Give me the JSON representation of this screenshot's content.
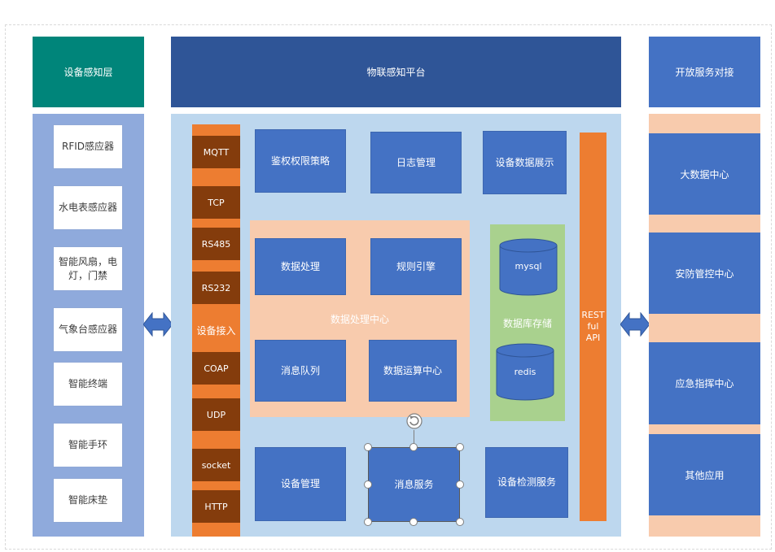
{
  "headers": {
    "device_layer": "设备感知层",
    "iot_platform": "物联感知平台",
    "open_services": "开放服务对接"
  },
  "devices": [
    "RFID感应器",
    "水电表感应器",
    "智能风扇，电灯，门禁",
    "气象台感应器",
    "智能终端",
    "智能手环",
    "智能床垫"
  ],
  "protocols": [
    "MQTT",
    "TCP",
    "RS485",
    "RS232",
    "设备接入",
    "COAP",
    "UDP",
    "socket",
    "HTTP"
  ],
  "platform": {
    "auth": "鉴权权限策略",
    "log": "日志管理",
    "device_display": "设备数据展示",
    "data_processing_center": "数据处理中心",
    "data_processing": "数据处理",
    "rule_engine": "规则引擎",
    "message_queue": "消息队列",
    "data_compute_center": "数据运算中心",
    "database_storage": "数据库存储",
    "mysql": "mysql",
    "redis": "redis",
    "restful_api": [
      "REST",
      "ful",
      "API"
    ],
    "device_management": "设备管理",
    "message_service": "消息服务",
    "device_detection": "设备检测服务"
  },
  "services": [
    "大数据中心",
    "安防管控中心",
    "应急指挥中心",
    "其他应用"
  ],
  "colors": {
    "teal": "#00857a",
    "navy": "#2f5597",
    "blue": "#4472c4",
    "left_panel": "#8faadc",
    "platform_bg": "#bdd7ee",
    "peach": "#f8cbad",
    "orange": "#ed7d31",
    "brown": "#843c0c",
    "green": "#a9d18e"
  }
}
